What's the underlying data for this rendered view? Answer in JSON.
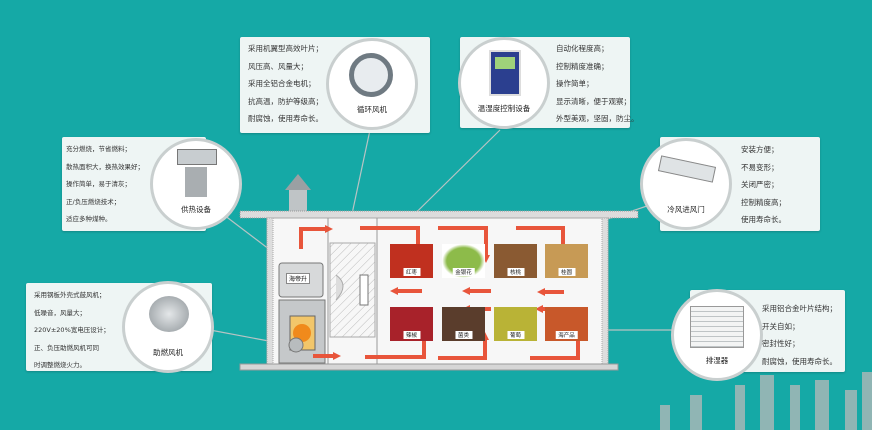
{
  "callouts": {
    "fan": {
      "title": "循环风机",
      "icon": "axial-fan-icon",
      "lines": [
        "采用机翼型高效叶片；",
        "风压高、风量大；",
        "采用全铝合金电机；",
        "抗高温，防护等级高；",
        "耐腐蚀，使用寿命长。"
      ]
    },
    "controller": {
      "title": "温湿度控制设备",
      "icon": "controller-panel-icon",
      "lines": [
        "自动化程度高；",
        "控制精度准确；",
        "操作简单；",
        "显示清晰，便于观察；",
        "外型美观，坚固，防尘。"
      ]
    },
    "heater": {
      "title": "供热设备",
      "icon": "heater-icon",
      "lines": [
        "充分燃烧，节省燃料；",
        "散热面积大，换热效果好；",
        "操作简单，易于清灰；",
        "正/负压燃烧技术；",
        "适应多种煤种。"
      ]
    },
    "damper": {
      "title": "冷风进风门",
      "icon": "air-damper-icon",
      "lines": [
        "安装方便；",
        "不易变形；",
        "关闭严密；",
        "控制精度高；",
        "使用寿命长。"
      ]
    },
    "blower": {
      "title": "助燃风机",
      "icon": "blower-icon",
      "lines": [
        "采用钢板外壳式鼓风机；",
        "低噪音，风量大；",
        "220V±20%宽电压设计；",
        "正、负压助燃风机可同",
        "时调整燃烧火力。"
      ]
    },
    "dehumidifier": {
      "title": "排湿器",
      "icon": "louver-vent-icon",
      "lines": [
        "采用铝合金叶片结构；",
        "开关自如；",
        "密封性好；",
        "耐腐蚀，使用寿命长。"
      ]
    }
  },
  "room": {
    "stove_label": "海帝升",
    "foods": [
      {
        "label": "红枣",
        "color": "#c0301f"
      },
      {
        "label": "金银花",
        "color": "#8dbb4a"
      },
      {
        "label": "核桃",
        "color": "#8a5a32"
      },
      {
        "label": "桂圆",
        "color": "#c79a55"
      },
      {
        "label": "辣椒",
        "color": "#a8222a"
      },
      {
        "label": "菌类",
        "color": "#5a3d2c"
      },
      {
        "label": "葡萄",
        "color": "#b9b336"
      },
      {
        "label": "海产品",
        "color": "#c8582a"
      }
    ]
  },
  "colors": {
    "background": "#15a9a6",
    "arrow": "#e8553b",
    "box": "#eef5f4"
  }
}
